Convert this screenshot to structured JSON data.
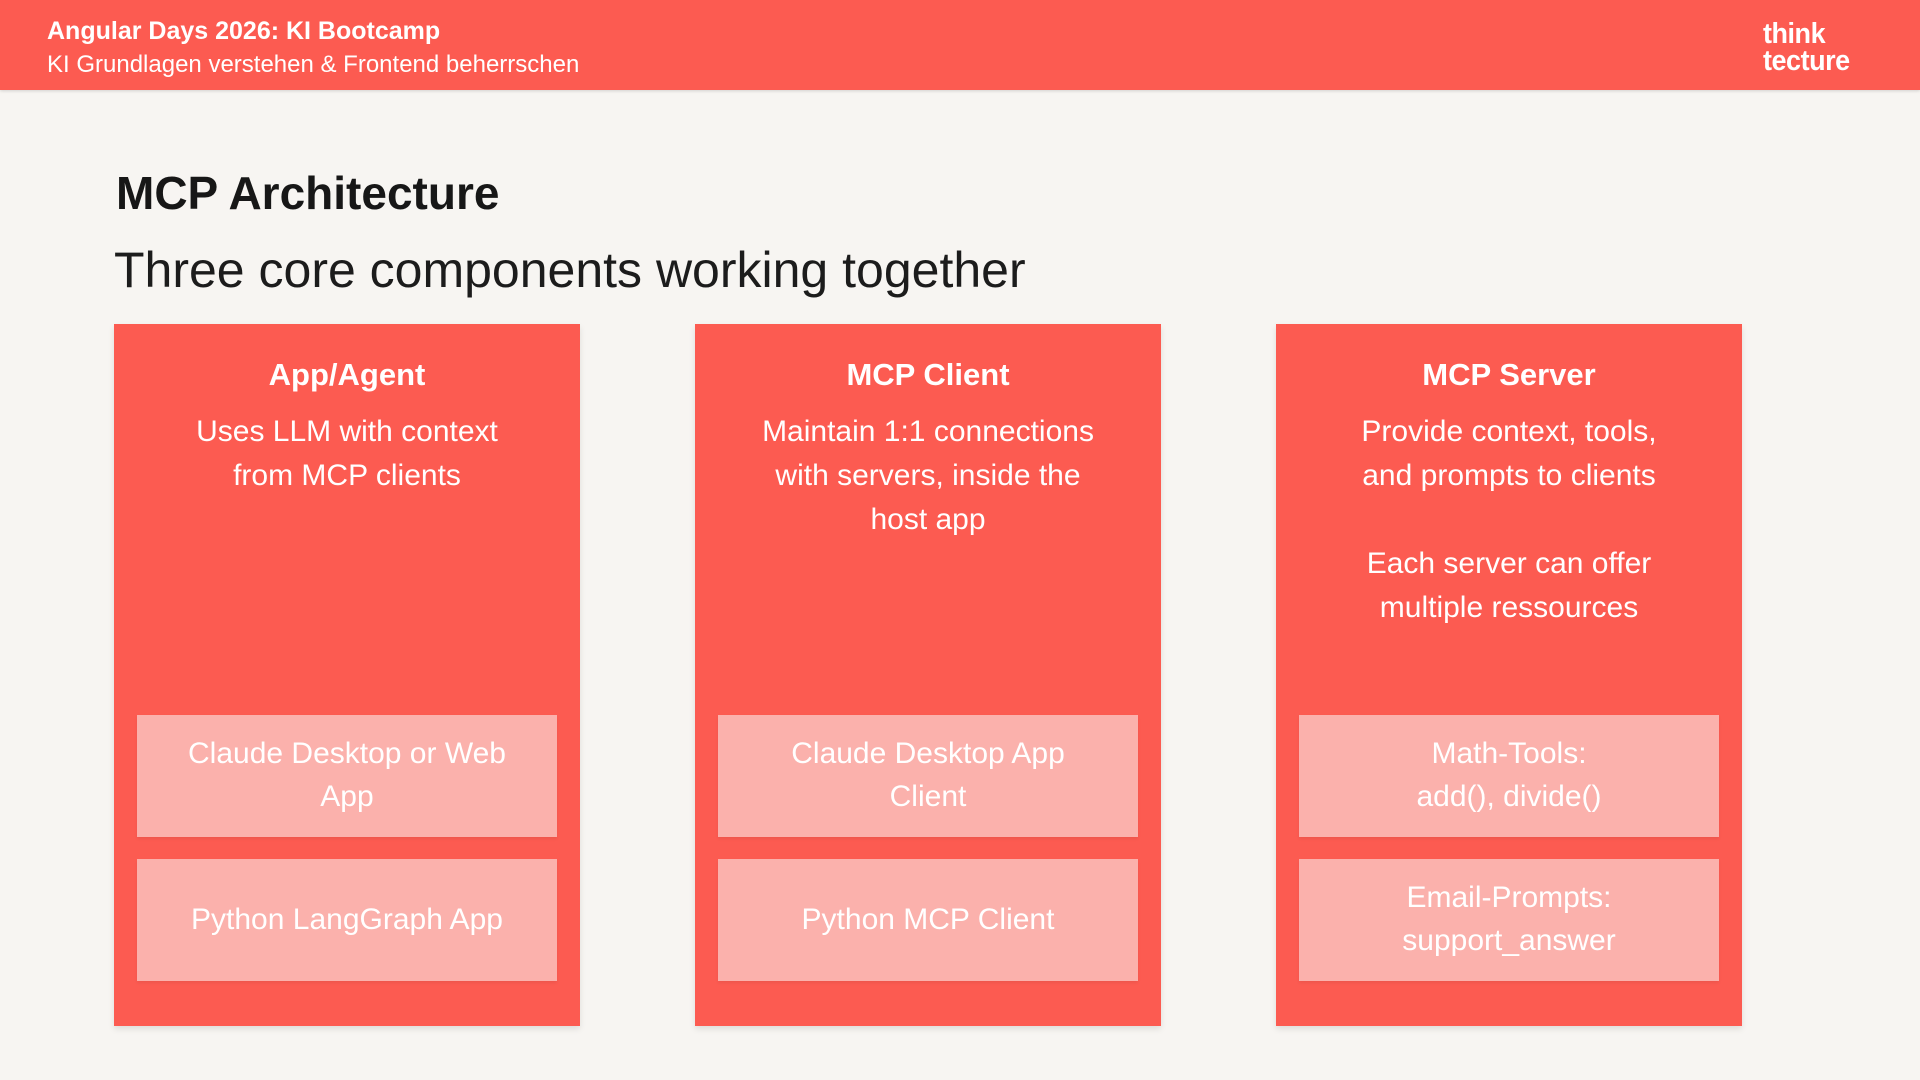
{
  "header": {
    "event_title": "Angular Days 2026: KI Bootcamp",
    "event_subtitle": "KI Grundlagen verstehen & Frontend beherrschen",
    "logo_line1": "think",
    "logo_line2": "tecture"
  },
  "slide": {
    "title": "MCP Architecture",
    "subtitle": "Three core components working together"
  },
  "columns": [
    {
      "title": "App/Agent",
      "paragraphs": [
        "Uses LLM with context from MCP clients"
      ],
      "boxes": [
        {
          "lines": [
            "Claude Desktop or Web App"
          ]
        },
        {
          "lines": [
            "Python LangGraph App"
          ]
        }
      ]
    },
    {
      "title": "MCP Client",
      "paragraphs": [
        "Maintain 1:1 connections with servers, inside the host app"
      ],
      "boxes": [
        {
          "lines": [
            "Claude Desktop App Client"
          ]
        },
        {
          "lines": [
            "Python MCP Client"
          ]
        }
      ]
    },
    {
      "title": "MCP Server",
      "paragraphs": [
        "Provide context, tools, and prompts to clients",
        "Each server can offer multiple ressources"
      ],
      "boxes": [
        {
          "lines": [
            "Math-Tools:",
            "add(), divide()"
          ]
        },
        {
          "lines": [
            "Email-Prompts:",
            "support_answer"
          ]
        }
      ]
    }
  ],
  "colors": {
    "accent_red": "#FC5B51",
    "light_pink": "#FBB1AC",
    "page_background": "#F7F5F2",
    "text_dark": "#1C1C1C",
    "text_light": "#FFFFFF"
  }
}
